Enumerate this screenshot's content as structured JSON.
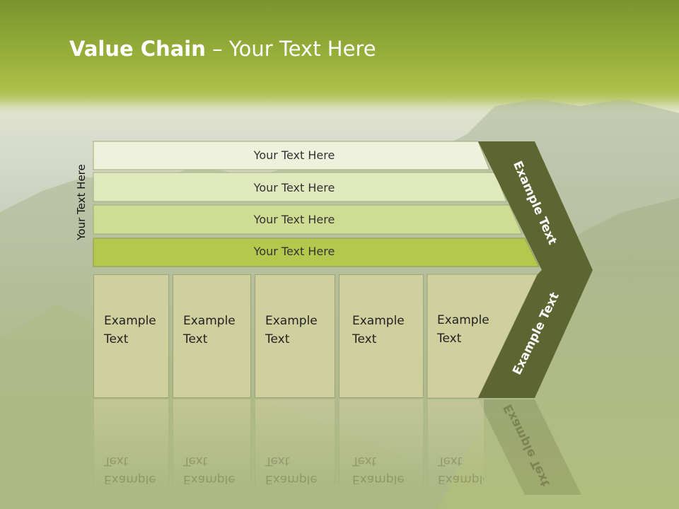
{
  "slide": {
    "title_bold": "Value Chain",
    "title_rest": " – Your Text Here",
    "side_label": "Your Text Here"
  },
  "rows": [
    {
      "label": "Your Text Here",
      "color": "#eef2dd"
    },
    {
      "label": "Your Text Here",
      "color": "#e0e8bd"
    },
    {
      "label": "Your Text Here",
      "color": "#cfdc93"
    },
    {
      "label": "Your Text Here",
      "color": "#b5c84e"
    }
  ],
  "columns": [
    {
      "line1": "Example",
      "line2": "Text"
    },
    {
      "line1": "Example",
      "line2": "Text"
    },
    {
      "line1": "Example",
      "line2": "Text"
    },
    {
      "line1": "Example",
      "line2": "Text"
    },
    {
      "line1": "Example",
      "line2": "Text"
    }
  ],
  "chevron": {
    "upper_label": "Example Text",
    "lower_label": "Example Text",
    "color": "#5d6631"
  },
  "colors": {
    "box_fill": "#d0d09f",
    "accent_green": "#a5bb3e"
  }
}
